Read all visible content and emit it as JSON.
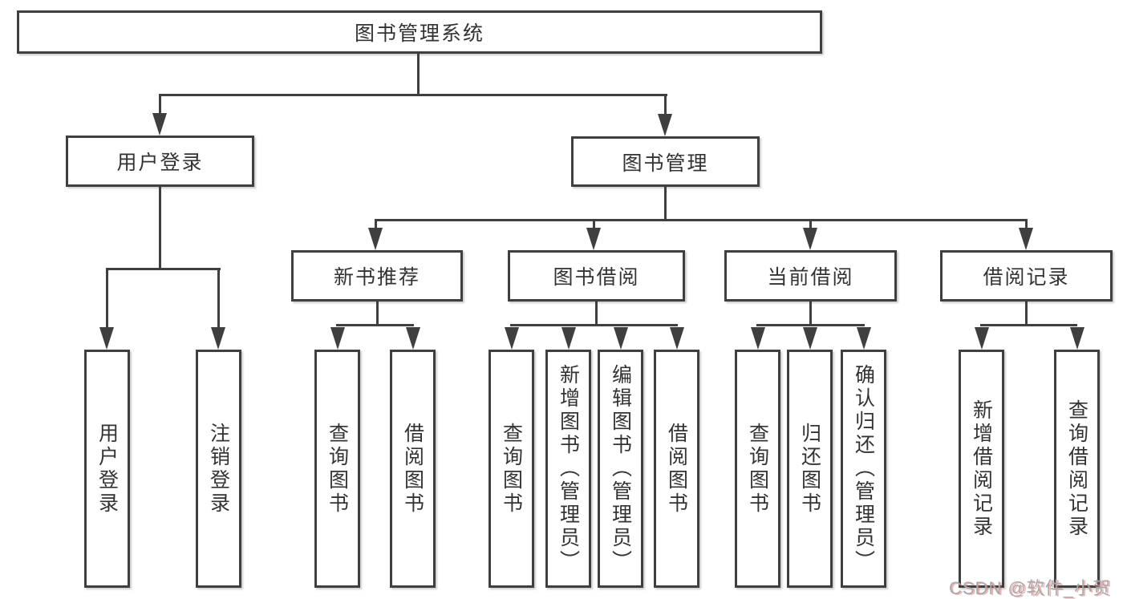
{
  "tree": {
    "root": "图书管理系统",
    "children": [
      {
        "label": "用户登录",
        "leaves": [
          "用户登录",
          "注销登录"
        ]
      },
      {
        "label": "图书管理",
        "children": [
          {
            "label": "新书推荐",
            "leaves": [
              "查询图书",
              "借阅图书"
            ]
          },
          {
            "label": "图书借阅",
            "leaves": [
              "查询图书",
              "新增图书（管理员）",
              "编辑图书（管理员）",
              "借阅图书"
            ]
          },
          {
            "label": "当前借阅",
            "leaves": [
              "查询图书",
              "归还图书",
              "确认归还（管理员）"
            ]
          },
          {
            "label": "借阅记录",
            "leaves": [
              "新增借阅记录",
              "查询借阅记录"
            ]
          }
        ]
      }
    ]
  },
  "watermark": {
    "text": "CSDN @软件_小贺同学"
  },
  "colors": {
    "line": "#3f3f3f",
    "text": "#333333",
    "background": "#ffffff",
    "watermark_gray": "#a9a9ab",
    "watermark_red": "#d65858"
  }
}
